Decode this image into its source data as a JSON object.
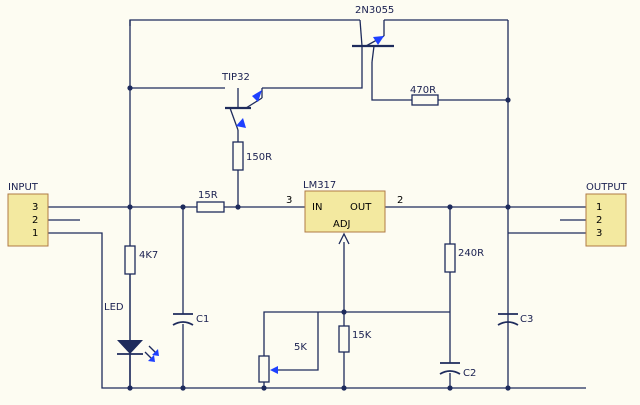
{
  "labels": {
    "input_title": "INPUT",
    "input_pins": [
      "3",
      "2",
      "1"
    ],
    "output_title": "OUTPUT",
    "output_pins": [
      "1",
      "2",
      "3"
    ],
    "q_power": "2N3055",
    "q_driver": "TIP32",
    "r_470": "470R",
    "r_150": "150R",
    "r_15": "15R",
    "reg_name": "LM317",
    "reg_in": "IN",
    "reg_out": "OUT",
    "reg_adj": "ADJ",
    "reg_pin_in": "3",
    "reg_pin_out": "2",
    "r_4k7": "4K7",
    "led": "LED",
    "c1": "C1",
    "pot": "5K",
    "r_15k": "15K",
    "r_240": "240R",
    "c2": "C2",
    "c3": "C3"
  },
  "colors": {
    "wire": "#1e2b5c",
    "component_fill": "#f3e9a0",
    "component_border": "#b07a45",
    "arrow": "#1e40ff",
    "background": "#fdfcf2"
  }
}
